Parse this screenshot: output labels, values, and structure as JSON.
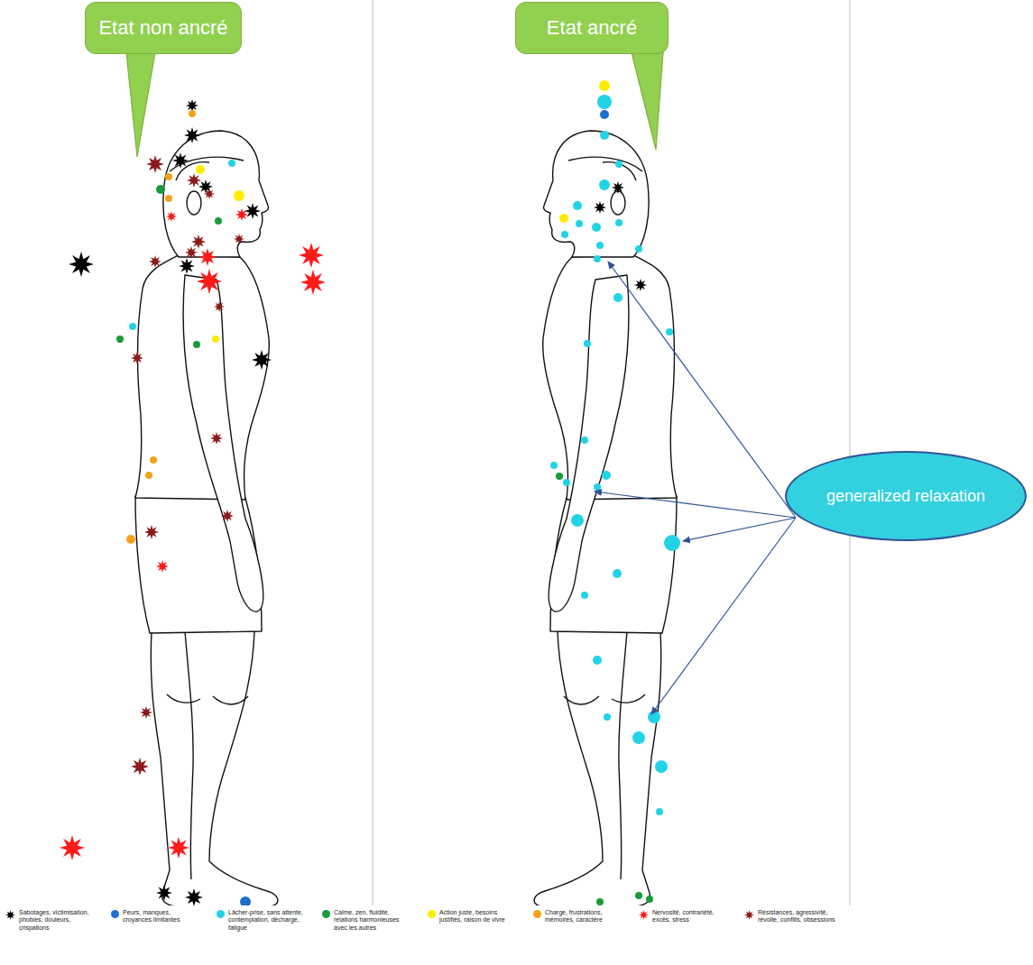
{
  "diagram": {
    "nodes": [
      {
        "text": [
          "Etat non ancré"
        ]
      },
      {
        "text": [
          "Etat ancré"
        ]
      },
      {
        "text": [
          "generalized relaxation"
        ]
      }
    ],
    "legend": [
      {
        "text": "Sabotages, victimisation, phobies, douleurs, crispations",
        "color": "#000000"
      },
      {
        "text": "Peurs, manques, croyances limitantes",
        "color": "#1f6fd0"
      },
      {
        "text": "Lâcher-prise, sans attente, contemplation, décharge, fatigue",
        "color": "#22d3e6"
      },
      {
        "text": "Calme, zen, fluidité, relations harmonieuses avec les autres",
        "color": "#1a9a3a"
      },
      {
        "text": "Action juste, besoins justifiés, raison de vivre",
        "color": "#ffeb00"
      },
      {
        "text": "Charge, frustrations, mémoires, caractère",
        "color": "#f5a21b"
      },
      {
        "text": "Nervosité, contrariété, excès, stress",
        "color": "#ff1a1a"
      },
      {
        "text": "Résistances, agressivité, révolte, conflits, obsessions",
        "color": "#8b1a1a"
      }
    ]
  }
}
